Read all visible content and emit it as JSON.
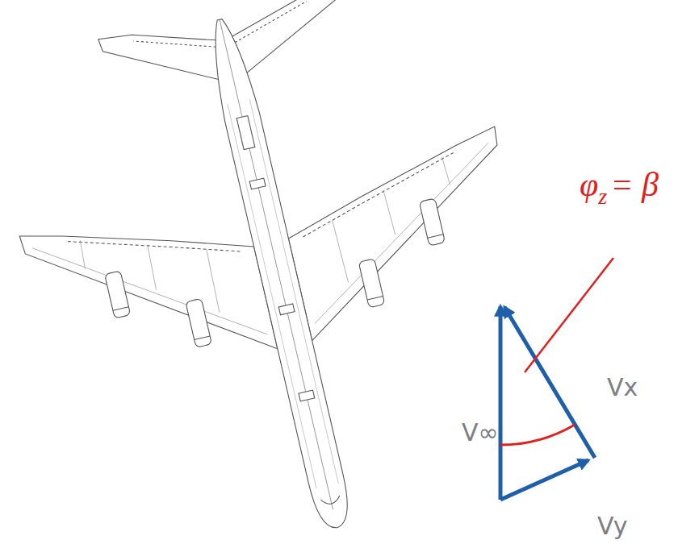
{
  "diagram": {
    "labels": [
      "φ",
      "z",
      "= β",
      "V∞",
      "Vx",
      "Vy"
    ]
  }
}
